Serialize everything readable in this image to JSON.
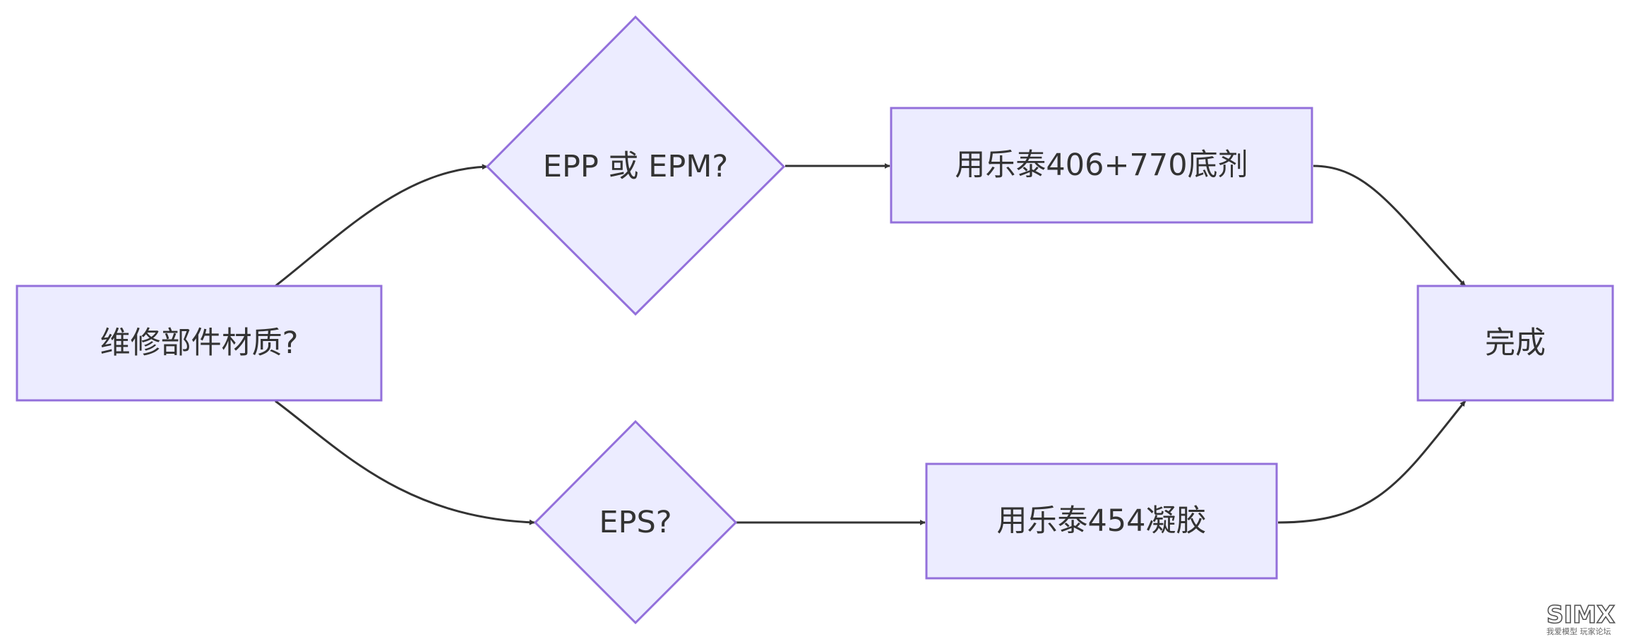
{
  "nodes": {
    "start": "维修部件材质?",
    "decision_epp": "EPP 或 EPM?",
    "decision_eps": "EPS?",
    "action_406": "用乐泰406+770底剂",
    "action_454": "用乐泰454凝胶",
    "done": "完成"
  },
  "edges": [
    {
      "from": "start",
      "to": "decision_epp"
    },
    {
      "from": "start",
      "to": "decision_eps"
    },
    {
      "from": "decision_epp",
      "to": "action_406"
    },
    {
      "from": "decision_eps",
      "to": "action_454"
    },
    {
      "from": "action_406",
      "to": "done"
    },
    {
      "from": "action_454",
      "to": "done"
    }
  ],
  "watermark": {
    "logo": "SIMX",
    "subtitle": "我爱模型 玩家论坛"
  },
  "colors": {
    "node_fill": "#ECECFF",
    "node_stroke": "#9370DB",
    "edge": "#333333",
    "text": "#333333"
  }
}
